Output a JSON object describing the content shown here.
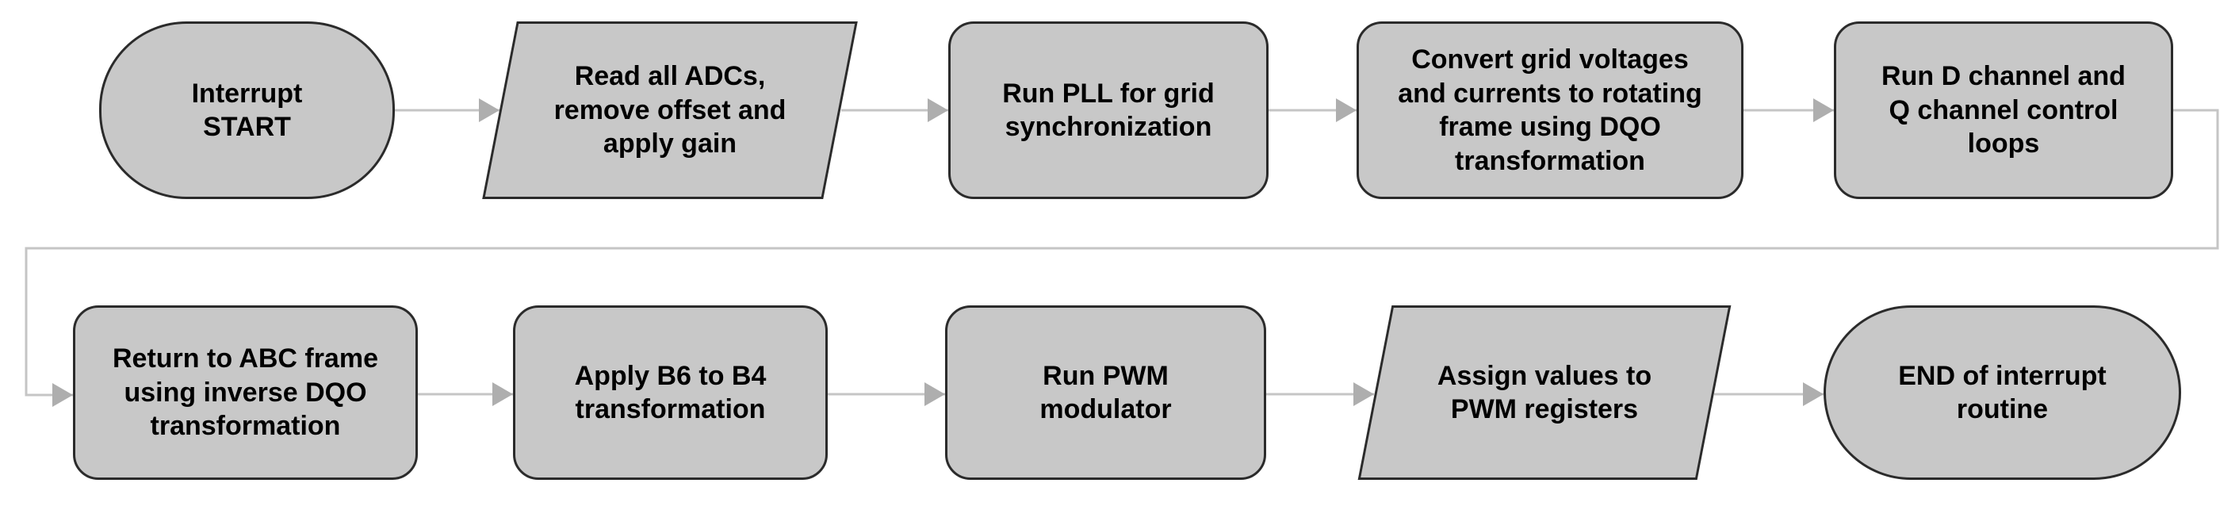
{
  "diagram": {
    "type": "flowchart",
    "colors": {
      "background": "#ffffff",
      "node_fill": "#c8c8c8",
      "node_border": "#2b2b2b",
      "text": "#000000",
      "connector": "#c5c5c5",
      "arrowhead": "#aeaeae"
    },
    "nodes": [
      {
        "id": "interrupt-start",
        "shape": "terminator",
        "row": 1,
        "label": "Interrupt\nSTART"
      },
      {
        "id": "read-adcs",
        "shape": "parallelogram",
        "row": 1,
        "label": "Read all ADCs,\nremove offset and\napply gain"
      },
      {
        "id": "run-pll",
        "shape": "process",
        "row": 1,
        "label": "Run PLL for grid\nsynchronization"
      },
      {
        "id": "dqo-transform",
        "shape": "process",
        "row": 1,
        "label": "Convert grid voltages\nand currents to rotating\nframe using DQO\ntransformation"
      },
      {
        "id": "dq-control",
        "shape": "process",
        "row": 1,
        "label": "Run D channel and\nQ channel control\nloops"
      },
      {
        "id": "inverse-dqo",
        "shape": "process",
        "row": 2,
        "label": "Return to ABC frame\nusing inverse DQO\ntransformation"
      },
      {
        "id": "b6-b4",
        "shape": "process",
        "row": 2,
        "label": "Apply B6 to B4\ntransformation"
      },
      {
        "id": "pwm-modulator",
        "shape": "process",
        "row": 2,
        "label": "Run PWM\nmodulator"
      },
      {
        "id": "assign-pwm",
        "shape": "parallelogram",
        "row": 2,
        "label": "Assign values to\nPWM registers"
      },
      {
        "id": "end-interrupt",
        "shape": "terminator",
        "row": 2,
        "label": "END of interrupt\nroutine"
      }
    ],
    "edges": [
      {
        "from": "interrupt-start",
        "to": "read-adcs"
      },
      {
        "from": "read-adcs",
        "to": "run-pll"
      },
      {
        "from": "run-pll",
        "to": "dqo-transform"
      },
      {
        "from": "dqo-transform",
        "to": "dq-control"
      },
      {
        "from": "dq-control",
        "to": "inverse-dqo"
      },
      {
        "from": "inverse-dqo",
        "to": "b6-b4"
      },
      {
        "from": "b6-b4",
        "to": "pwm-modulator"
      },
      {
        "from": "pwm-modulator",
        "to": "assign-pwm"
      },
      {
        "from": "assign-pwm",
        "to": "end-interrupt"
      }
    ]
  }
}
